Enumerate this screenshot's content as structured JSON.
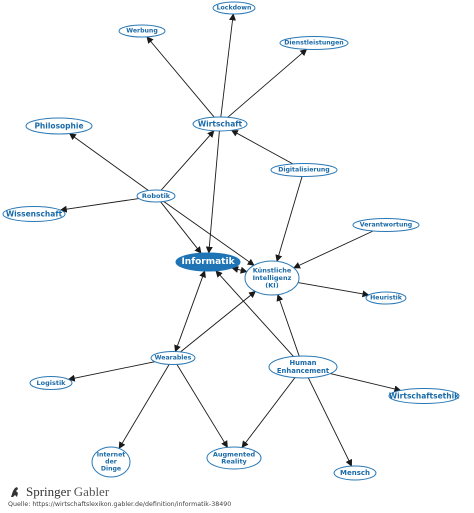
{
  "diagram": {
    "nodes": [
      {
        "id": "lockdown",
        "lines": [
          "Lockdown"
        ]
      },
      {
        "id": "werbung",
        "lines": [
          "Werbung"
        ]
      },
      {
        "id": "dienstleistungen",
        "lines": [
          "Dienstleistungen"
        ]
      },
      {
        "id": "philosophie",
        "lines": [
          "Philosophie"
        ]
      },
      {
        "id": "wirtschaft",
        "lines": [
          "Wirtschaft"
        ]
      },
      {
        "id": "digitalisierung",
        "lines": [
          "Digitalisierung"
        ]
      },
      {
        "id": "robotik",
        "lines": [
          "Robotik"
        ]
      },
      {
        "id": "wissenschaft",
        "lines": [
          "Wissenschaft"
        ]
      },
      {
        "id": "verantwortung",
        "lines": [
          "Verantwortung"
        ]
      },
      {
        "id": "informatik",
        "lines": [
          "Informatik"
        ],
        "highlight": true
      },
      {
        "id": "ki",
        "lines": [
          "Künstliche",
          "Intelligenz",
          "(KI)"
        ]
      },
      {
        "id": "heuristik",
        "lines": [
          "Heuristik"
        ]
      },
      {
        "id": "wearables",
        "lines": [
          "Wearables"
        ]
      },
      {
        "id": "human",
        "lines": [
          "Human",
          "Enhancement"
        ]
      },
      {
        "id": "logistik",
        "lines": [
          "Logistik"
        ]
      },
      {
        "id": "wirtschaftsethik",
        "lines": [
          "Wirtschaftsethik"
        ]
      },
      {
        "id": "iot",
        "lines": [
          "Internet",
          "der",
          "Dinge"
        ]
      },
      {
        "id": "ar",
        "lines": [
          "Augmented",
          "Reality"
        ]
      },
      {
        "id": "mensch",
        "lines": [
          "Mensch"
        ]
      }
    ],
    "edges": [
      {
        "from": "wirtschaft",
        "to": "lockdown"
      },
      {
        "from": "wirtschaft",
        "to": "werbung"
      },
      {
        "from": "wirtschaft",
        "to": "dienstleistungen"
      },
      {
        "from": "robotik",
        "to": "philosophie"
      },
      {
        "from": "robotik",
        "to": "wissenschaft"
      },
      {
        "from": "robotik",
        "to": "wirtschaft"
      },
      {
        "from": "robotik",
        "to": "informatik"
      },
      {
        "from": "robotik",
        "to": "ki"
      },
      {
        "from": "wirtschaft",
        "to": "informatik"
      },
      {
        "from": "digitalisierung",
        "to": "wirtschaft"
      },
      {
        "from": "digitalisierung",
        "to": "ki"
      },
      {
        "from": "verantwortung",
        "to": "ki"
      },
      {
        "from": "ki",
        "to": "informatik",
        "both": true
      },
      {
        "from": "ki",
        "to": "heuristik"
      },
      {
        "from": "wearables",
        "to": "informatik",
        "both": true
      },
      {
        "from": "wearables",
        "to": "ki"
      },
      {
        "from": "wearables",
        "to": "logistik"
      },
      {
        "from": "wearables",
        "to": "iot"
      },
      {
        "from": "wearables",
        "to": "ar"
      },
      {
        "from": "human",
        "to": "informatik"
      },
      {
        "from": "human",
        "to": "ki"
      },
      {
        "from": "human",
        "to": "wirtschaftsethik"
      },
      {
        "from": "human",
        "to": "ar"
      },
      {
        "from": "human",
        "to": "mensch"
      }
    ],
    "colors": {
      "outline": "#2a78b5",
      "line": "#1a1a1a",
      "highlight_fill": "#1f74b6",
      "highlight_text": "#ffffff",
      "label": "#1a6aa8"
    }
  },
  "footer": {
    "brand_name": "Springer",
    "brand_sub": "Gabler",
    "source": "Quelle: https://wirtschaftslexikon.gabler.de/definition/informatik-38490"
  }
}
